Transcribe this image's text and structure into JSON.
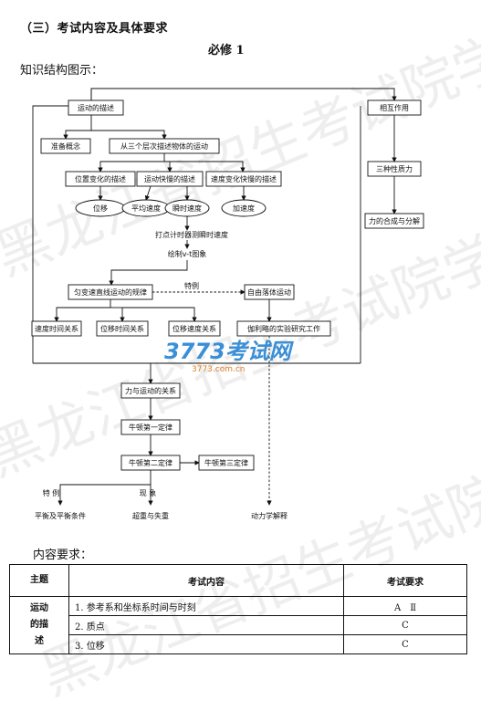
{
  "heading": "（三）考试内容及具体要求",
  "subheading": "必修 1",
  "diagram_label": "知识结构图示：",
  "content_label": "内容要求：",
  "diagram": {
    "motion_desc": "运动的描述",
    "interaction": "相互作用",
    "prep_concepts": "准备概念",
    "three_levels": "从三个层次描述物体的运动",
    "pos_change": "位置变化的描述",
    "speed_change": "运动快慢的描述",
    "vel_change_rate": "速度变化快慢的描述",
    "displacement": "位移",
    "avg_velocity": "平均速度",
    "inst_velocity": "瞬时速度",
    "acceleration": "加速度",
    "timer_measure": "打点计时器测瞬时速度",
    "vt_graph": "绘制v-t图象",
    "uniform_accel": "匀变速直线运动的规律",
    "special_case": "特例",
    "free_fall": "自由落体运动",
    "vel_time": "速度时间关系",
    "disp_time": "位移时间关系",
    "disp_vel": "位移速度关系",
    "galileo": "伽利略的实验研究工作",
    "three_forces": "三种性质力",
    "force_comp": "力的合成与分解",
    "force_motion": "力与运动的关系",
    "newton1": "牛顿第一定律",
    "newton2": "牛顿第二定律",
    "newton3": "牛顿第三定律",
    "special_case2": "特 例",
    "phenomenon": "现 象",
    "balance": "平衡及平衡条件",
    "over_under_weight": "超重与失重",
    "dynamics": "动力学解释"
  },
  "table": {
    "headers": [
      "主题",
      "考试内容",
      "考试要求"
    ],
    "topic": "运动\n的描\n述",
    "rows": [
      {
        "content": "1. 参考系和坐标系时间与时刻",
        "req": "A　Ⅱ"
      },
      {
        "content": "2. 质点",
        "req": "C"
      },
      {
        "content": "3. 位移",
        "req": "C"
      }
    ]
  },
  "logo": {
    "big": "3773考试网",
    "small": "3773.com.cn"
  },
  "watermark": "黑龙江省招生考试院学考处"
}
